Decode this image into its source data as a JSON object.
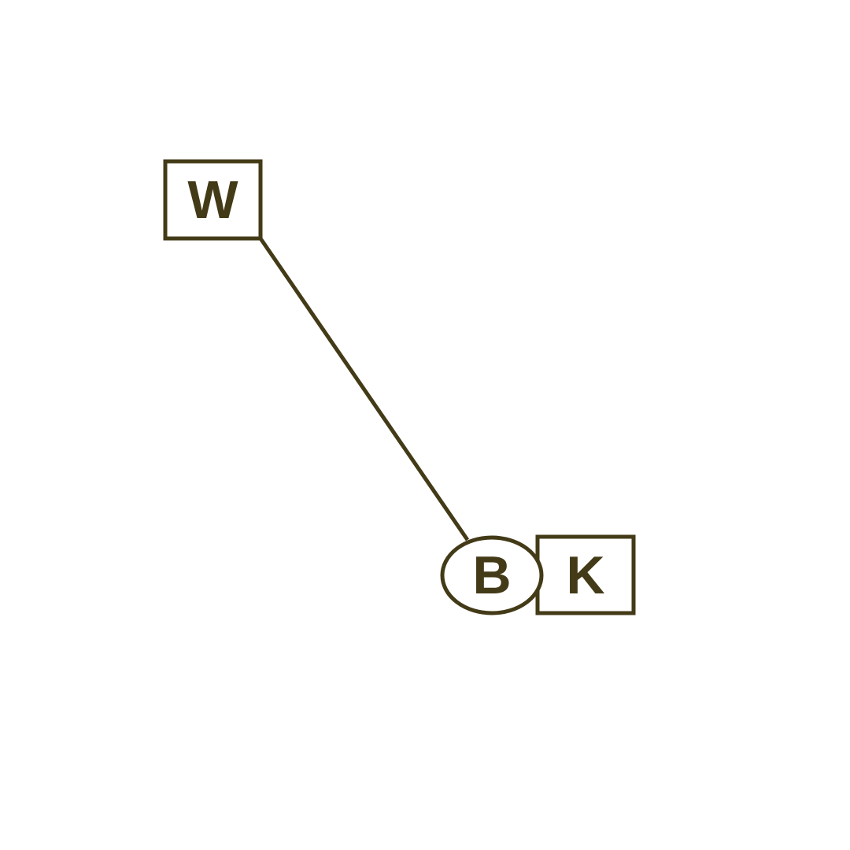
{
  "diagram": {
    "stroke_color": "#433a17",
    "background": "#ffffff",
    "nodes": [
      {
        "id": "W",
        "label": "W",
        "shape": "rectangle"
      },
      {
        "id": "B",
        "label": "B",
        "shape": "ellipse"
      },
      {
        "id": "K",
        "label": "K",
        "shape": "rectangle"
      }
    ],
    "edges": [
      {
        "from": "W",
        "to": "B"
      }
    ]
  }
}
